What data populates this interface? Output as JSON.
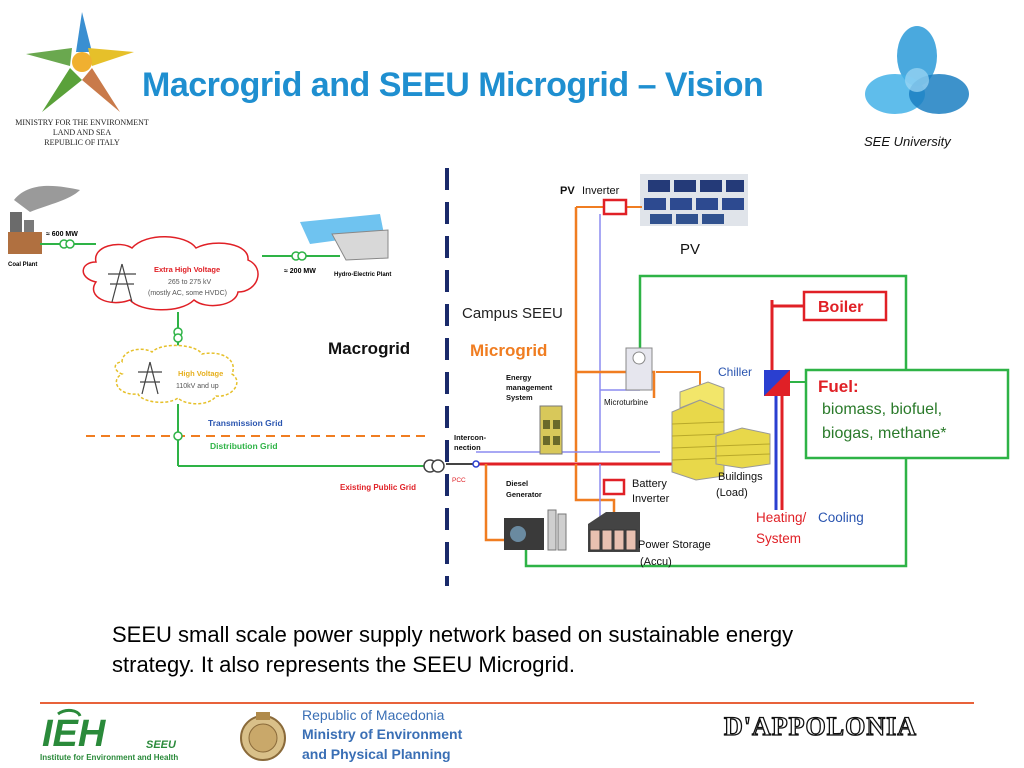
{
  "header": {
    "title": "Macrogrid and SEEU Microgrid – Vision",
    "left_logo_lines": [
      "MINISTRY FOR THE ENVIRONMENT",
      "LAND AND SEA",
      "REPUBLIC OF ITALY"
    ],
    "right_logo_label": "SEE University"
  },
  "diagram": {
    "macro": {
      "coal_plant": "Coal Plant",
      "coal_mw": "≈ 600 MW",
      "hydro_plant": "Hydro-Electric Plant",
      "hydro_mw": "≈ 200 MW",
      "ehv_title": "Extra High Voltage",
      "ehv_range": "265 to 275 kV",
      "ehv_note": "(mostly AC, some HVDC)",
      "hv_title": "High Voltage",
      "hv_range": "110kV and up",
      "transmission_grid": "Transmission Grid",
      "distribution_grid": "Distribution Grid",
      "existing_public_grid": "Existing Public Grid",
      "macrogrid_label": "Macrogrid"
    },
    "micro": {
      "campus": "Campus SEEU",
      "microgrid_label": "Microgrid",
      "pv_inverter_a": "PV",
      "pv_inverter_b": "Inverter",
      "pv": "PV",
      "ems_line1": "Energy",
      "ems_line2": "management",
      "ems_line3": "System",
      "interconnection_1": "Intercon-",
      "interconnection_2": "nection",
      "pcc": "PCC",
      "microturbine": "Microturbine",
      "chiller": "Chiller",
      "boiler": "Boiler",
      "fuel_title": "Fuel:",
      "fuel_line1": "biomass, biofuel,",
      "fuel_line2": "biogas, methane*",
      "battery_inverter_1": "Battery",
      "battery_inverter_2": "Inverter",
      "diesel_1": "Diesel",
      "diesel_2": "Generator",
      "buildings_1": "Buildings",
      "buildings_2": "(Load)",
      "heating": "Heating/",
      "cooling": "Cooling",
      "system": "System",
      "power_storage": "Power Storage",
      "accu": "(Accu)"
    }
  },
  "caption": {
    "line1": "SEEU small scale power supply network based on sustainable energy",
    "line2": "strategy. It also represents the SEEU Microgrid."
  },
  "footer": {
    "ieh_logo_text": "IEH",
    "ieh_seeu": "SEEU",
    "ieh_subtitle": "Institute for Environment and Health",
    "rom_line1": "Republic of Macedonia",
    "rom_line2": "Ministry of Environment",
    "rom_line3": "and Physical Planning",
    "dappolonia": "D'APPOLONIA"
  },
  "colors": {
    "title": "#1f8fd0",
    "grid_green": "#2eb346",
    "orange": "#f07d21",
    "red": "#e02026",
    "blue_line": "#2a3fd0",
    "footer_rule": "#e8623a"
  }
}
